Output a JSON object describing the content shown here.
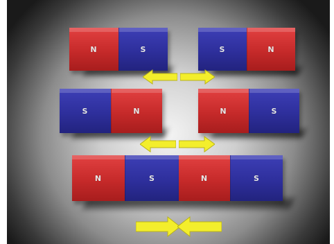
{
  "colors": {
    "north_red": "#c62a2a",
    "south_blue": "#2e2f9c",
    "arrow_yellow": "#f3ee2c"
  },
  "rows": [
    {
      "interaction": "repel",
      "left_magnet": [
        "N",
        "S"
      ],
      "right_magnet": [
        "S",
        "N"
      ],
      "arrows": [
        "arrow-left-icon",
        "arrow-right-icon"
      ]
    },
    {
      "interaction": "repel",
      "left_magnet": [
        "S",
        "N"
      ],
      "right_magnet": [
        "N",
        "S"
      ],
      "arrows": [
        "arrow-left-icon",
        "arrow-right-icon"
      ]
    },
    {
      "interaction": "attract",
      "left_magnet": [
        "N",
        "S"
      ],
      "right_magnet": [
        "N",
        "S"
      ],
      "arrows": [
        "arrow-right-icon",
        "arrow-left-icon"
      ]
    }
  ]
}
